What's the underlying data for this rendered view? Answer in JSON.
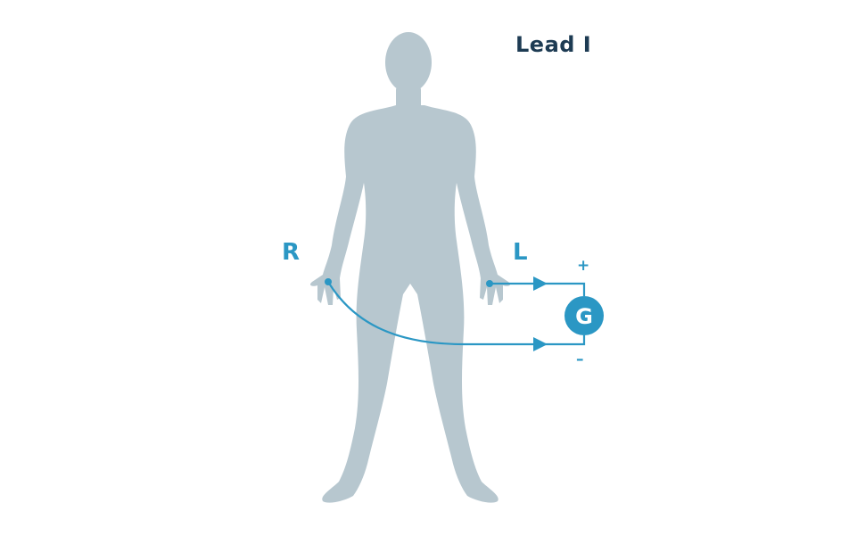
{
  "title": "Lead I",
  "labels": {
    "right": "R",
    "left": "L",
    "positive": "+",
    "negative": "–",
    "galvanometer": "G"
  },
  "colors": {
    "body": "#b7c7cf",
    "wire": "#2b97c4",
    "title": "#1d3b53",
    "background": "#ffffff"
  }
}
